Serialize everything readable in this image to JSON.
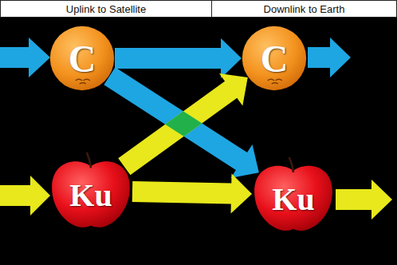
{
  "diagram": {
    "nodes": [
      {
        "text": [
          "C"
        ]
      },
      {
        "text": [
          "C"
        ]
      },
      {
        "text": [
          "Ku"
        ]
      },
      {
        "text": [
          "Ku"
        ]
      }
    ],
    "edges": [
      {
        "from": 0,
        "to": 1,
        "arrow": "to"
      },
      {
        "from": 0,
        "to": 3,
        "arrow": "to"
      },
      {
        "from": 2,
        "to": 1,
        "arrow": "to"
      },
      {
        "from": 2,
        "to": 3,
        "arrow": "to"
      }
    ],
    "labels": [
      "Uplink to Satellite",
      "Downlink to Earth"
    ]
  }
}
